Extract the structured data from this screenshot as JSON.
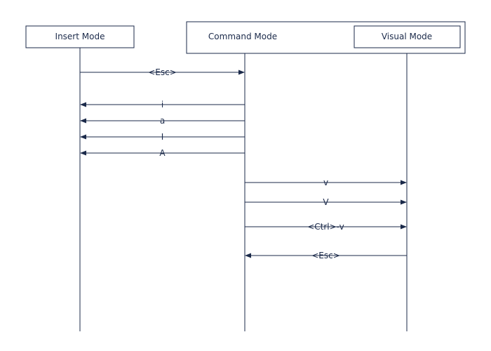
{
  "lanes": {
    "insert": {
      "label": "Insert Mode"
    },
    "command": {
      "label": "Command Mode"
    },
    "visual": {
      "label": "Visual Mode"
    }
  },
  "messages": [
    {
      "from": "insert",
      "to": "command",
      "label": "<Esc>"
    },
    {
      "from": "command",
      "to": "insert",
      "label": "i"
    },
    {
      "from": "command",
      "to": "insert",
      "label": "a"
    },
    {
      "from": "command",
      "to": "insert",
      "label": "I"
    },
    {
      "from": "command",
      "to": "insert",
      "label": "A"
    },
    {
      "from": "command",
      "to": "visual",
      "label": "v"
    },
    {
      "from": "command",
      "to": "visual",
      "label": "V"
    },
    {
      "from": "command",
      "to": "visual",
      "label": "<Ctrl>-v"
    },
    {
      "from": "visual",
      "to": "command",
      "label": "<Esc>"
    }
  ],
  "colors": {
    "stroke": "#1b2a4a"
  }
}
